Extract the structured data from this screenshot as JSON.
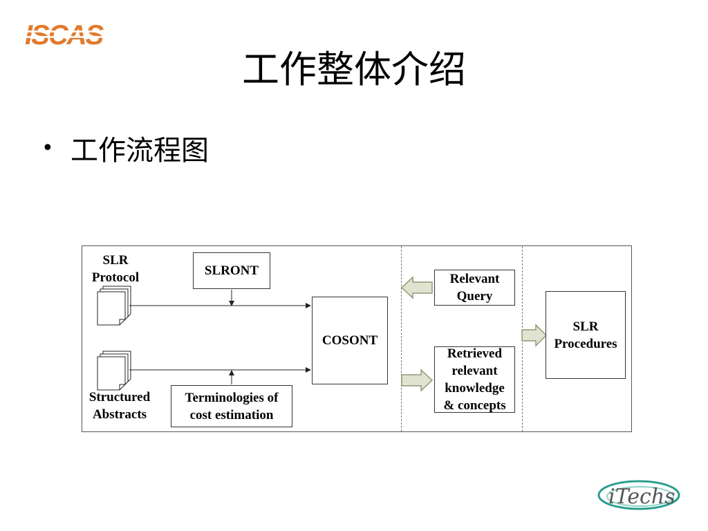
{
  "header": {
    "logo_text": "ISCAS",
    "title": "工作整体介绍"
  },
  "content": {
    "bullet": "工作流程图"
  },
  "diagram": {
    "slr_protocol_line1": "SLR",
    "slr_protocol_line2": "Protocol",
    "structured_abstracts_line1": "Structured",
    "structured_abstracts_line2": "Abstracts",
    "slront": "SLRONT",
    "terminologies_line1": "Terminologies of",
    "terminologies_line2": "cost estimation",
    "cosont": "COSONT",
    "relevant_query_line1": "Relevant",
    "relevant_query_line2": "Query",
    "retrieved_line1": "Retrieved",
    "retrieved_line2": "relevant",
    "retrieved_line3": "knowledge",
    "retrieved_line4": "& concepts",
    "slr_procedures_line1": "SLR",
    "slr_procedures_line2": "Procedures"
  },
  "footer": {
    "logo_text": "iTechs"
  },
  "colors": {
    "iscas_logo": "#e07a2b",
    "itechs_logo": "#555555",
    "itechs_swoosh": "#2a9d8f",
    "block_arrow_fill": "#dfe3cf",
    "block_arrow_stroke": "#8f9a78"
  }
}
